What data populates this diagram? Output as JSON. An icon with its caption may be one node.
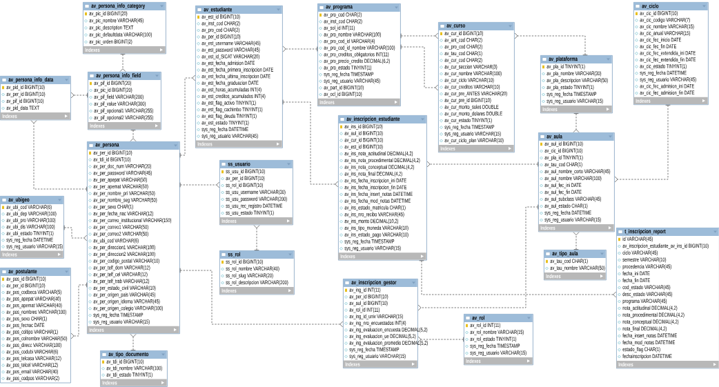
{
  "diagram": {
    "nodes": [
      {
        "text": [
          "av_persona_info_category",
          "av_pic_id BIGINT(20)",
          "av_pic_nombre VARCHAR(45)",
          "av_pic_description TEXT",
          "av_pic_defaultdata VARCHAR(100)",
          "av_pic_orden BIGINT(2)",
          "Indexes"
        ]
      },
      {
        "text": [
          "av_estudiante",
          "av_est_id BIGINT(10)",
          "av_inst_cod CHAR(2)",
          "av_pro_cod CHAR(2)",
          "av_per_id BIGINT(10)",
          "av_est_username VARCHAR(45)",
          "av_est_password VARCHAR(45)",
          "av_est_id_SICAT VARCHAR(20)",
          "av_est_fecha_admision DATE",
          "av_est_fecha_primera_inscripcion DATE",
          "av_est_fecha_ultima_inscripcion DATE",
          "av_est_fecha_graduacion DATE",
          "av_est_horas_acumuladas INT(4)",
          "av_est_creditos_acumulados INT(4)",
          "av_est_flag_activo TINYINT(1)",
          "av_est_flag_cachimbo TINYINT(1)",
          "av_est_flag_deuda TINYINT(1)",
          "av_est_estado TINYINT(1)",
          "sys_reg_fecha DATETIME",
          "sys_reg_usuario VARCHAR(45)",
          "Indexes"
        ]
      },
      {
        "text": [
          "av_programa",
          "av_pro_cod CHAR(2)",
          "av_inst_cod CHAR(2)",
          "av_sol_id INT(11)",
          "av_pro_nombre VARCHAR(100)",
          "av_pro_cod_id VARCHAR(4)",
          "av_pro_cod_id_nombre VARCHAR(100)",
          "av_pro_creditos_obligatorios INT(11)",
          "av_pro_precio_credito DECIMAL(6,2)",
          "av_pro_estado TINYINT(1)",
          "sys_reg_fecha TIMESTAMP",
          "sys_reg_usuario VARCHAR(45)",
          "av_part_id BIGINT(10)",
          "av_ocl_id BIGINT(10)",
          "Indexes"
        ]
      },
      {
        "text": [
          "av_curso",
          "av_cur_id BIGINT(10)",
          "av_ant_cod CHAR(2)",
          "av_pro_cod CHAR(2)",
          "av_tau_cod CHAR(1)",
          "av_cur_cod CHAR(2)",
          "av_cur_seccion VARCHAR(3)",
          "av_cur_nombre VARCHAR(100)",
          "av_cur_ciclo VARCHAR(10)",
          "av_cur_creditos VARCHAR(10)",
          "av_cur_pre_ANTES VARCHAR(20)",
          "av_cur_pre_id BIGINT(10)",
          "av_cur_monto_soles DOUBLE",
          "av_cur_monto_dolares DOUBLE",
          "av_cur_estado TINYINT(1)",
          "sys_reg_fecha TIMESTAMP",
          "sys_reg_usuario VARCHAR(15)",
          "av_cur_ciclo_plan VARCHAR(10)",
          "Indexes"
        ]
      },
      {
        "text": [
          "av_ciclo",
          "av_cic_id BIGINT(10)",
          "av_cic_codigo VARCHAR(7)",
          "av_cic_nombre VARCHAR(15)",
          "av_cic_anual VARCHAR(15)",
          "av_cic_fec_inicio DATE",
          "av_cic_fec_fin DATE",
          "av_cic_fec_extendida_ini DATE",
          "av_cic_fec_extendida_fin DATE",
          "av_cic_estado TINYINT(1)",
          "sys_reg_fecha DATETIME",
          "sys_reg_usuario VARCHAR(45)",
          "av_cic_fec_admision_ini DATE",
          "av_cic_fec_admision_fin DATE",
          "Indexes"
        ]
      },
      {
        "text": [
          "av_persona_info_data",
          "av_pid_id BIGINT(10)",
          "av_per_id BIGINT(10)",
          "av_pif_id BIGINT(10)",
          "av_pid_data TEXT",
          "Indexes"
        ]
      },
      {
        "text": [
          "av_persona_info_field",
          "av_pif_id BIGINT(20)",
          "av_pic_id BIGINT(20)",
          "av_pif_field VARCHAR(200)",
          "av_pif_value VARCHAR(300)",
          "av_pif_opcional1 VARCHAR(255)",
          "av_pif_opcional2 VARCHAR(255)",
          "Indexes"
        ]
      },
      {
        "text": [
          "av_plataforma",
          "av_pla_id TINYINT(1)",
          "av_pla_nombre VARCHAR(30)",
          "av_pla_descripcion VARCHAR(50)",
          "av_pla_estado TINYINT(1)",
          "sys_reg_fecha TIMESTAMP",
          "sys_reg_usuario VARCHAR(15)",
          "Indexes"
        ]
      },
      {
        "text": [
          "av_persona",
          "av_per_id BIGINT(10)",
          "av_tdi_id BIGINT(10)",
          "av_per_doc_num VARCHAR(20)",
          "av_per_password VARCHAR(45)",
          "av_per_apepat VARCHAR(50)",
          "av_per_apemat VARCHAR(50)",
          "av_per_nombre_pri VARCHAR(50)",
          "av_per_nombre_seg VARCHAR(50)",
          "av_per_sexo CHAR(1)",
          "av_per_fecha_nac VARCHAR(12)",
          "av_per_correo_institucional VARCHAR(150)",
          "av_per_correo1 VARCHAR(50)",
          "av_per_correo2 VARCHAR(50)",
          "av_ubi_cod VARCHAR(6)",
          "av_per_direccion1 VARCHAR(100)",
          "av_per_direccion2 VARCHAR(100)",
          "av_per_codigo_postal VARCHAR(10)",
          "av_per_telf_dom VARCHAR(12)",
          "av_per_telf_cel VARCHAR(12)",
          "av_per_telf_trab VARCHAR(12)",
          "av_per_estado_civil VARCHAR(10)",
          "av_per_origen_pais VARCHAR(45)",
          "av_per_origen_idioma VARCHAR(45)",
          "av_per_origen_colegio VARCHAR(100)",
          "sys_reg_fecha TIMESTAMP",
          "sys_reg_usuario VARCHAR(15)",
          "Indexes"
        ]
      },
      {
        "text": [
          "ss_usuario",
          "ss_usu_id BIGINT(10)",
          "av_per_id BIGINT(10)",
          "ss_rol_id BIGINT(10)",
          "ss_usu_username VARCHAR(30)",
          "ss_usu_password VARCHAR(200)",
          "ss_usu_rec_registro DATETIME",
          "ss_usu_estado TINYINT(1)",
          "Indexes"
        ]
      },
      {
        "text": [
          "av_inscripcion_estudiante",
          "av_ins_id BIGINT(10)",
          "av_aul_id BIGINT(10)",
          "av_cur_id BIGINT(10)",
          "av_est_id BIGINT(10)",
          "av_ins_nota_actitudinal DECIMAL(4,2)",
          "av_ins_nota_procedimental DECIMAL(4,2)",
          "av_ins_nota_conceptual DECIMAL(4,2)",
          "av_ins_nota_final DECIMAL(4,2)",
          "av_ins_fecha_inscripcion_ini DATE",
          "av_ins_fecha_inscripcion_fin DATE",
          "av_ins_fecha_insert_notas DATETIME",
          "av_ins_fecha_mod_notas DATETIME",
          "av_ins_estado_matricula CHAR(1)",
          "av_ins_nro_recibo VARCHAR(45)",
          "av_ins_monto DECIMAL(10,2)",
          "av_ins_tipo_moneda VARCHAR(10)",
          "av_ins_estado_pago VARCHAR(10)",
          "sys_reg_fecha TIMESTAMP",
          "sys_reg_usuario VARCHAR(15)",
          "Indexes"
        ]
      },
      {
        "text": [
          "av_aula",
          "av_aul_id BIGINT(10)",
          "av_cic_id BIGINT(10)",
          "av_pla_id TINYINT(1)",
          "av_tau_cod CHAR(1)",
          "av_aul_nombre_corto VARCHAR(45)",
          "av_aul_nombre VARCHAR(100)",
          "av_aul_fec_ini DATE",
          "av_aul_fec_fin DATE",
          "av_aul_subclass VARCHAR(45)",
          "av_aul_estado CHAR(1)",
          "sys_reg_fecha DATETIME",
          "sys_reg_usuario VARCHAR(15)",
          "Indexes"
        ]
      },
      {
        "text": [
          "av_ubigeo",
          "av_ubi_cod VARCHAR(6)",
          "av_ubi_dep VARCHAR(100)",
          "av_ubi_pro VARCHAR(100)",
          "av_ubi_dis VARCHAR(100)",
          "av_ubi_estado TINYINT(1)",
          "sys_reg_fecha DATETIME",
          "sys_reg_usuario VARCHAR(15)",
          "Indexes"
        ]
      },
      {
        "text": [
          "ss_rol",
          "ss_rol_id BIGINT(10)",
          "ss_rol_nombre VARCHAR(40)",
          "ss_rol_slug VARCHAR(20)",
          "ss_rol_descripcion VARCHAR(200)",
          "Indexes"
        ]
      },
      {
        "text": [
          "av_tipo_aula",
          "av_tau_cod CHAR(1)",
          "av_tau_nombre VARCHAR(50)",
          "Indexes"
        ]
      },
      {
        "text": [
          "t_inscripcion_report",
          "id VARCHAR(45)",
          "av_inscripcion_estudiante_av_ins_id BIGINT(10)",
          "ciclo VARCHAR(45)",
          "semestre VARCHAR(10)",
          "procedencia VARCHAR(45)",
          "fecha_ini DATE",
          "fecha_fin DATE",
          "cod_estado VARCHAR(45)",
          "desc_estado VARCHAR(45)",
          "programa VARCHAR(45)",
          "nota_actitudinal DECIMAL(4,2)",
          "nota_procedimental DECIMAL(4,2)",
          "nota_conceptual DECIMAL(4,2)",
          "nota_final DECIMAL(4,2)",
          "fecha_insert_notas DATETIME",
          "fecha_mod_notas DATETIME",
          "estado_flag CHAR(1)",
          "fechainscripcion DATETIME",
          "Indexes"
        ]
      },
      {
        "text": [
          "av_postulante",
          "av_pos_id BIGINT(10)",
          "av_per_id BIGINT(10)",
          "av_pos_codbeca VARCHAR(5)",
          "av_pos_apepat VARCHAR(40)",
          "av_pos_apemat VARCHAR(40)",
          "av_pos_nombres VARCHAR(100)",
          "av_pos_sexo CHAR(1)",
          "av_pos_fecnac DATE",
          "av_pos_coltipo VARCHAR(1)",
          "av_pos_colnombre VARCHAR(50)",
          "av_pos_direcc VARCHAR(100)",
          "av_pos_codubi VARCHAR(6)",
          "av_pos_telcasa VARCHAR(12)",
          "av_pos_telcel VARCHAR(12)",
          "av_pos_email VARCHAR(40)",
          "av_pos_codpos VARCHAR(2)"
        ]
      },
      {
        "text": [
          "av_tipo_documento",
          "av_tdi_id BIGINT(10)",
          "av_tdi_nombre VARCHAR(100)",
          "av_tdi_estado TINYINT(1)",
          "Indexes"
        ]
      },
      {
        "text": [
          "av_inscripcion_gestor",
          "av_ing_id INT(11)",
          "av_per_id BIGINT(10)",
          "av_aul_id BIGINT(10)",
          "av_rol_id INT(11)",
          "av_ing_id_univ VARCHAR(15)",
          "av_ing_nro_encuestados INT(4)",
          "av_ing_evaluacion_encuesta DECIMAL(5,2)",
          "av_ing_evaluacion_ue DECIMAL(5,2)",
          "av_ing_evaluacion_promedio DECIMAL(5,2)",
          "sys_reg_fecha TIMESTAMP",
          "sys_reg_usuario VARCHAR(15)",
          "Indexes"
        ]
      },
      {
        "text": [
          "av_rol",
          "av_rol_id INT(11)",
          "av_rol_nombre VARCHAR(15)",
          "av_rol_estado TINYINT(1)",
          "sys_reg_fecha TIMESTAMP",
          "sys_reg_usuario VARCHAR(15)",
          "Indexes"
        ]
      }
    ],
    "edges": [
      {
        "from": 0,
        "to": 6,
        "arrow": "other",
        "style": "dashed"
      },
      {
        "from": 6,
        "to": 5,
        "arrow": "other",
        "style": "dashed"
      },
      {
        "from": 8,
        "to": 5,
        "arrow": "other",
        "style": "dashed"
      },
      {
        "from": 6,
        "to": 8,
        "arrow": "other",
        "style": "dashed"
      },
      {
        "from": 8,
        "to": 1,
        "arrow": "other",
        "style": "dashed"
      },
      {
        "from": 8,
        "to": 9,
        "arrow": "other",
        "style": "dashed"
      },
      {
        "from": 2,
        "to": 1,
        "arrow": "other",
        "style": "dashed"
      },
      {
        "from": 1,
        "to": 10,
        "arrow": "other",
        "style": "dashed"
      },
      {
        "from": 2,
        "to": 3,
        "arrow": "other",
        "style": "dashed"
      },
      {
        "from": 2,
        "to": 3,
        "arrow": "other",
        "style": "dashed"
      },
      {
        "from": 7,
        "to": 3,
        "arrow": "other",
        "style": "dashed"
      },
      {
        "from": 7,
        "to": 11,
        "arrow": "other",
        "style": "dashed"
      },
      {
        "from": 4,
        "to": 11,
        "arrow": "other",
        "style": "dashed"
      },
      {
        "from": 11,
        "to": 10,
        "arrow": "other",
        "style": "dashed"
      },
      {
        "from": 13,
        "to": 9,
        "arrow": "other",
        "style": "dashed"
      },
      {
        "from": 8,
        "to": 18,
        "arrow": "other",
        "style": "dashed"
      },
      {
        "from": 11,
        "to": 18,
        "arrow": "other",
        "style": "dashed"
      },
      {
        "from": 19,
        "to": 18,
        "arrow": "other",
        "style": "dashed"
      },
      {
        "from": 10,
        "to": 15,
        "arrow": "other",
        "style": "dashed"
      },
      {
        "from": 14,
        "to": 11,
        "arrow": "other",
        "style": "dashed"
      },
      {
        "from": 17,
        "to": 8,
        "arrow": "other",
        "style": "dashed"
      },
      {
        "from": 12,
        "to": 8,
        "arrow": "other",
        "style": "dashed"
      },
      {
        "from": 8,
        "to": 16,
        "arrow": "other",
        "style": "dashed"
      }
    ]
  }
}
